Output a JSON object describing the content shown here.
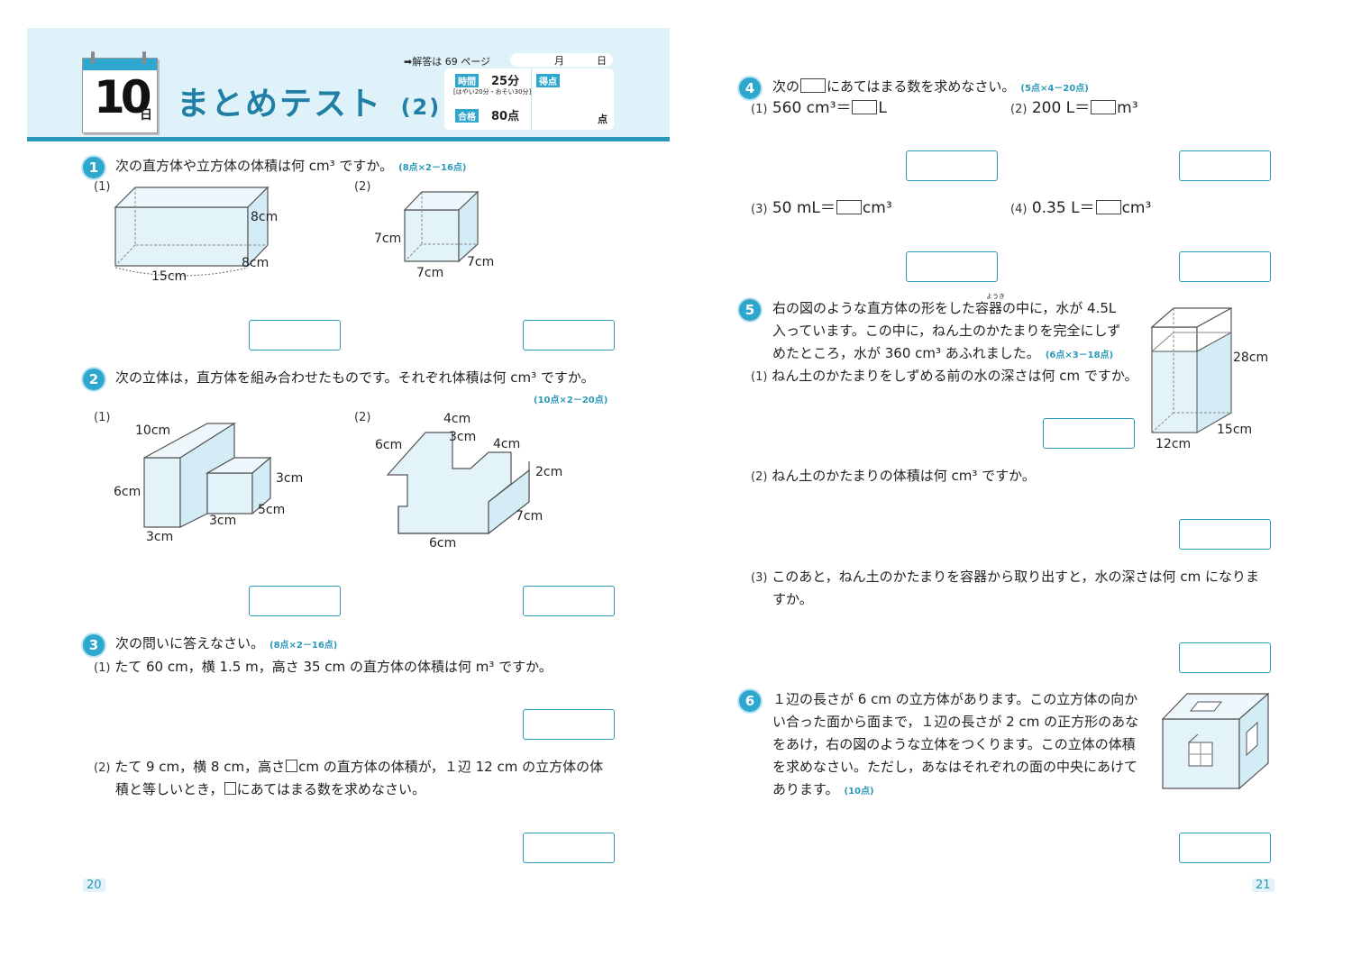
{
  "header": {
    "day_number": "10",
    "day_unit": "日",
    "title": "まとめテスト",
    "title_sub": "(2)",
    "answer_ref": "➡解答は 69 ページ",
    "month": "月",
    "day": "日",
    "time_label": "時間",
    "time_value": "25分",
    "time_note": "[はやい20分・おそい30分]",
    "pass_label": "合格",
    "pass_value": "80点",
    "score_label": "得点",
    "score_unit": "点"
  },
  "q1": {
    "num": "1",
    "text": "次の直方体や立方体の体積は何 cm³ ですか。",
    "points": "(8点×2－16点)",
    "sub1": "(1)",
    "sub2": "(2)",
    "fig1": {
      "a": "8cm",
      "b": "8cm",
      "c": "15cm"
    },
    "fig2": {
      "a": "7cm",
      "b": "7cm",
      "c": "7cm"
    }
  },
  "q2": {
    "num": "2",
    "text": "次の立体は，直方体を組み合わせたものです。それぞれ体積は何 cm³ ですか。",
    "points": "(10点×2－20点)",
    "sub1": "(1)",
    "sub2": "(2)",
    "fig1": {
      "a": "10cm",
      "b": "6cm",
      "c": "3cm",
      "d": "3cm",
      "e": "3cm",
      "f": "5cm"
    },
    "fig2": {
      "a": "4cm",
      "b": "6cm",
      "c": "3cm",
      "d": "4cm",
      "e": "2cm",
      "f": "7cm",
      "g": "6cm"
    }
  },
  "q3": {
    "num": "3",
    "text": "次の問いに答えなさい。",
    "points": "(8点×2－16点)",
    "p1_label": "(1)",
    "p1": "たて 60 cm，横 1.5 m，高さ 35 cm の直方体の体積は何 m³ ですか。",
    "p2_label": "(2)",
    "p2a": "たて 9 cm，横 8 cm，高さ",
    "p2b": "cm の直方体の体積が，１辺 12 cm の立方体の体",
    "p2c": "積と等しいとき，",
    "p2d": "にあてはまる数を求めなさい。"
  },
  "q4": {
    "num": "4",
    "text_a": "次の",
    "text_b": "にあてはまる数を求めなさい。",
    "points": "(5点×4－20点)",
    "i1_label": "(1)",
    "i1_a": "560 cm³＝",
    "i1_b": "L",
    "i2_label": "(2)",
    "i2_a": "200 L＝",
    "i2_b": "m³",
    "i3_label": "(3)",
    "i3_a": "50 mL＝",
    "i3_b": "cm³",
    "i4_label": "(4)",
    "i4_a": "0.35 L＝",
    "i4_b": "cm³"
  },
  "q5": {
    "num": "5",
    "line1": "右の図のような直方体の形をした容器の中に，水が 4.5L",
    "line2": "入っています。この中に，ねん土のかたまりを完全にしず",
    "line3": "めたところ，水が 360 cm³ あふれました。",
    "points": "(6点×3－18点)",
    "ruby": "ようき",
    "p1_label": "(1)",
    "p1": "ねん土のかたまりをしずめる前の水の深さは何 cm ですか。",
    "p2_label": "(2)",
    "p2": "ねん土のかたまりの体積は何 cm³ ですか。",
    "p3_label": "(3)",
    "p3a": "このあと，ねん土のかたまりを容器から取り出すと，水の深さは何 cm になりま",
    "p3b": "すか。",
    "fig": {
      "h": "28cm",
      "d": "15cm",
      "w": "12cm"
    }
  },
  "q6": {
    "num": "6",
    "line1": "１辺の長さが 6 cm の立方体があります。この立方体の向か",
    "line2": "い合った面から面まで，１辺の長さが 2 cm の正方形のあな",
    "line3": "をあけ，右の図のような立体をつくります。この立体の体積",
    "line4": "を求めなさい。ただし，あなはそれぞれの面の中央にあけて",
    "line5": "あります。",
    "points": "(10点)"
  },
  "pages": {
    "left": "20",
    "right": "21"
  },
  "colors": {
    "accent": "#2a98b8",
    "header_bg": "#dff1f9",
    "figure_fill": "#e3f3fa"
  }
}
